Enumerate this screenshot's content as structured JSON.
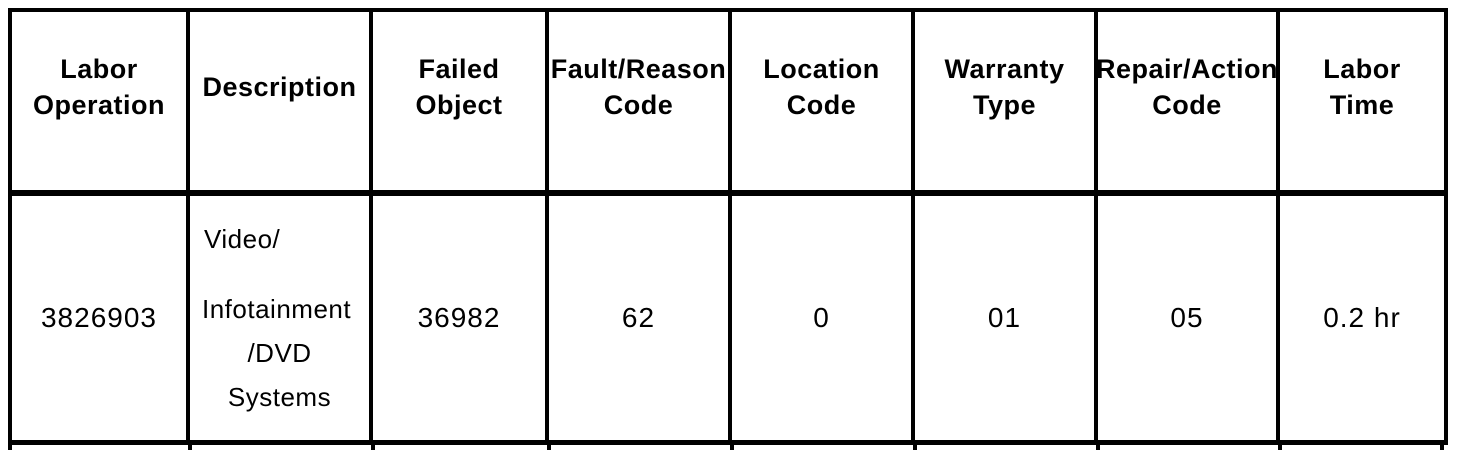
{
  "document": {
    "kind": "warranty-labor-operation-table"
  },
  "colors": {
    "border": "#000000",
    "background": "#ffffff",
    "text": "#000000"
  },
  "table": {
    "headers": [
      "Labor\nOperation",
      "Description",
      "Failed\nObject",
      "Fault/Reason\nCode",
      "Location\nCode",
      "Warranty\nType",
      "Repair/Action\nCode",
      "Labor\nTime"
    ],
    "row": {
      "labor_operation": "3826903",
      "description_lines": [
        "Video/",
        "Infotainment",
        "/DVD",
        "Systems"
      ],
      "failed_object": "36982",
      "fault_reason_code": "62",
      "location_code": "0",
      "warranty_type": "01",
      "repair_action_code": "05",
      "labor_time": "0.2 hr"
    }
  }
}
